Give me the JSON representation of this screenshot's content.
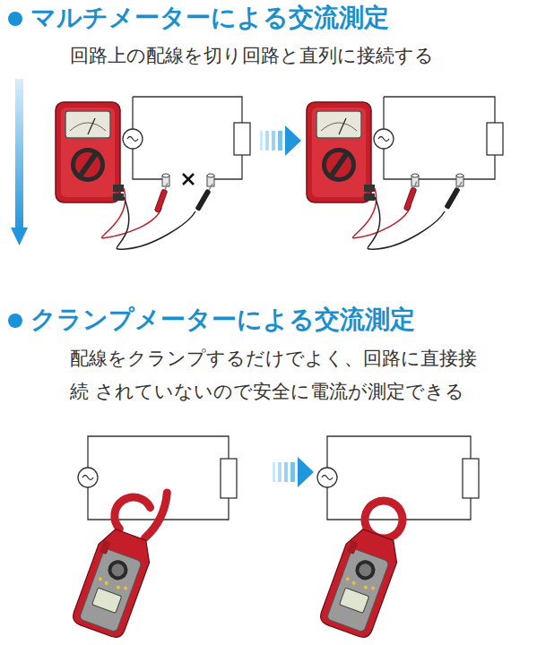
{
  "diagram": {
    "labels": [
      "マルチメーターによる交流測定",
      "回路上の配線を切り回路と直列に接続する",
      "クランプメーターによる交流測定",
      "配線をクランプするだけでよく、回路に直接接続 されていないので安全に電流が測定できる"
    ]
  }
}
